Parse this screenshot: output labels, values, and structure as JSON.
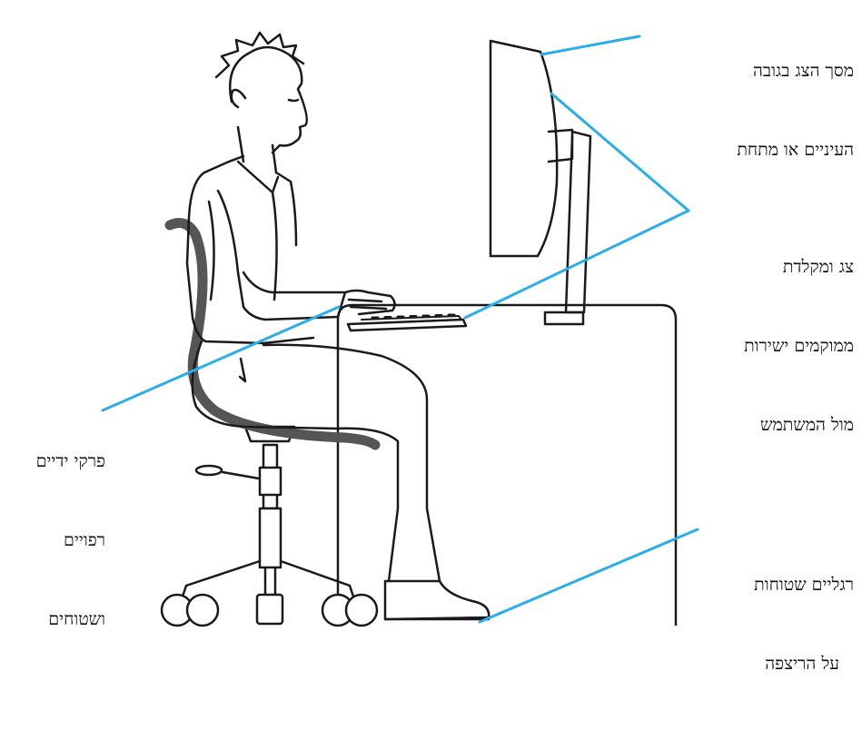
{
  "labels": {
    "eye_level": {
      "lines": [
        "מסך הצג בגובה",
        "העיניים או מתחת"
      ]
    },
    "monitor_keyboard": {
      "lines": [
        "צג ומקלדת",
        "ממוקמים ישירות",
        "מול המשתמש"
      ]
    },
    "wrists": {
      "lines": [
        "פרקי ידיים",
        "רפויים",
        "ושטוחים"
      ]
    },
    "feet": {
      "lines": [
        "רגליים שטוחות",
        "על הריצפה"
      ]
    }
  },
  "colors": {
    "leader_line": "#29aee8",
    "outline": "#1a1a1a",
    "chair": "#555555"
  }
}
